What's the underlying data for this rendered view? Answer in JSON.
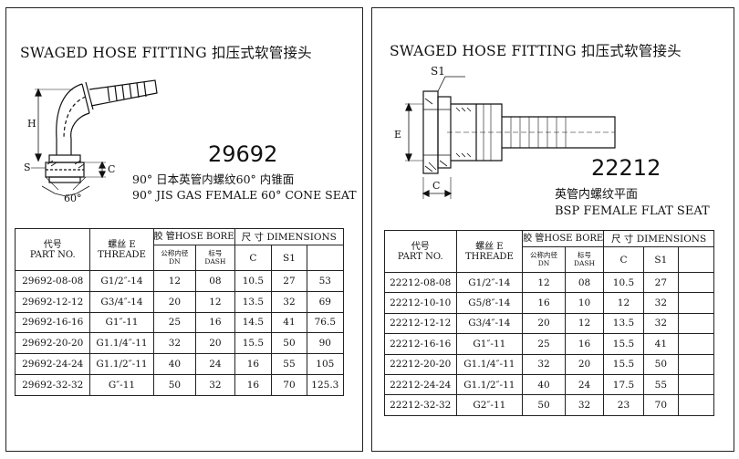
{
  "left": {
    "title": "SWAGED HOSE FITTING  扣压式软管接头",
    "code": "29692",
    "desc_cn": "90° 日本英管内螺纹60° 内锥面",
    "desc_en": "90° JIS GAS FEMALE 60°  CONE SEAT",
    "dim_labels": {
      "h": "H",
      "s": "S",
      "c": "C",
      "angle": "60°"
    },
    "headers": {
      "part_cn": "代号",
      "part_en": "PART NO.",
      "thread_cn": "螺丝 E",
      "thread_en": "THREADE",
      "bore": "胶 管HOSE BORE",
      "dn_cn": "公称内径",
      "dn_en": "DN",
      "dash_cn": "标号",
      "dash_en": "DASH",
      "dims": "尺 寸 DIMENSIONS",
      "c": "C",
      "s1": "S1",
      "h": ""
    },
    "rows": [
      {
        "part": "29692-08-08",
        "thread": "G1/2″-14",
        "dn": "12",
        "dash": "08",
        "c": "10.5",
        "s1": "27",
        "h": "53"
      },
      {
        "part": "29692-12-12",
        "thread": "G3/4″-14",
        "dn": "20",
        "dash": "12",
        "c": "13.5",
        "s1": "32",
        "h": "69"
      },
      {
        "part": "29692-16-16",
        "thread": "G1″-11",
        "dn": "25",
        "dash": "16",
        "c": "14.5",
        "s1": "41",
        "h": "76.5"
      },
      {
        "part": "29692-20-20",
        "thread": "G1.1/4″-11",
        "dn": "32",
        "dash": "20",
        "c": "15.5",
        "s1": "50",
        "h": "90"
      },
      {
        "part": "29692-24-24",
        "thread": "G1.1/2″-11",
        "dn": "40",
        "dash": "24",
        "c": "16",
        "s1": "55",
        "h": "105"
      },
      {
        "part": "29692-32-32",
        "thread": "G″-11",
        "dn": "50",
        "dash": "32",
        "c": "16",
        "s1": "70",
        "h": "125.3"
      }
    ]
  },
  "right": {
    "title": "SWAGED HOSE FITTING  扣压式软管接头",
    "code": "22212",
    "desc_cn": "英管内螺纹平面",
    "desc_en": "BSP FEMALE FLAT SEAT",
    "dim_labels": {
      "s1": "S1",
      "e": "E",
      "c": "C"
    },
    "headers": {
      "part_cn": "代号",
      "part_en": "PART NO.",
      "thread_cn": "螺丝 E",
      "thread_en": "THREADE",
      "bore": "胶 管HOSE BORE",
      "dn_cn": "公称内径",
      "dn_en": "DN",
      "dash_cn": "标号",
      "dash_en": "DASH",
      "dims": "尺 寸 DIMENSIONS",
      "c": "C",
      "s1": "S1",
      "h": ""
    },
    "rows": [
      {
        "part": "22212-08-08",
        "thread": "G1/2″-14",
        "dn": "12",
        "dash": "08",
        "c": "10.5",
        "s1": "27"
      },
      {
        "part": "22212-10-10",
        "thread": "G5/8″-14",
        "dn": "16",
        "dash": "10",
        "c": "12",
        "s1": "32"
      },
      {
        "part": "22212-12-12",
        "thread": "G3/4″-14",
        "dn": "20",
        "dash": "12",
        "c": "13.5",
        "s1": "32"
      },
      {
        "part": "22212-16-16",
        "thread": "G1″-11",
        "dn": "25",
        "dash": "16",
        "c": "15.5",
        "s1": "41"
      },
      {
        "part": "22212-20-20",
        "thread": "G1.1/4″-11",
        "dn": "32",
        "dash": "20",
        "c": "15.5",
        "s1": "50"
      },
      {
        "part": "22212-24-24",
        "thread": "G1.1/2″-11",
        "dn": "40",
        "dash": "24",
        "c": "17.5",
        "s1": "55"
      },
      {
        "part": "22212-32-32",
        "thread": "G2″-11",
        "dn": "50",
        "dash": "32",
        "c": "23",
        "s1": "70"
      }
    ]
  }
}
